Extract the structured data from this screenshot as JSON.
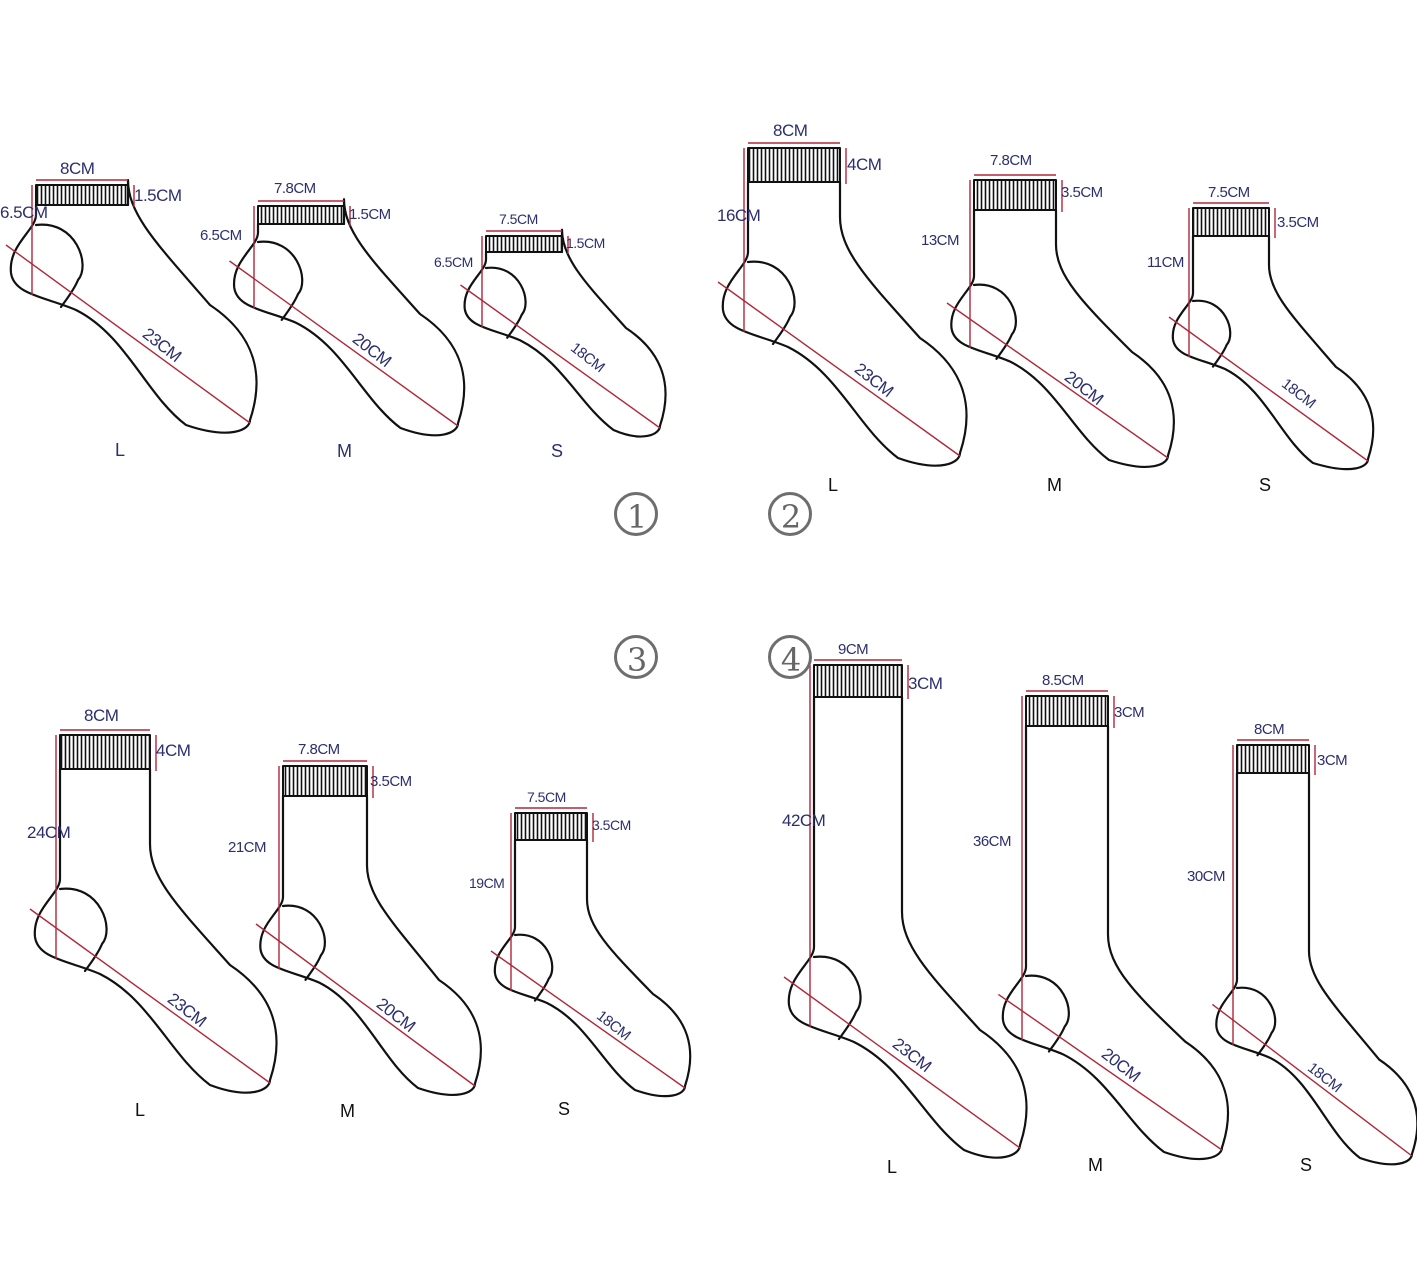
{
  "title": "Sock size chart",
  "colors": {
    "outline": "#111111",
    "measure": "#b0283a",
    "text": "#2c2f6e",
    "badge": "#6e6e6e"
  },
  "groups": [
    {
      "id": "1",
      "badge": "①",
      "style": "ankle",
      "socks": [
        {
          "size": "L",
          "opening_width": "8CM",
          "cuff_height": "1.5CM",
          "leg_height": "6.5CM",
          "foot_length": "23CM"
        },
        {
          "size": "M",
          "opening_width": "7.8CM",
          "cuff_height": "1.5CM",
          "leg_height": "6.5CM",
          "foot_length": "20CM"
        },
        {
          "size": "S",
          "opening_width": "7.5CM",
          "cuff_height": "1.5CM",
          "leg_height": "6.5CM",
          "foot_length": "18CM"
        }
      ]
    },
    {
      "id": "2",
      "badge": "②",
      "style": "crew-short",
      "socks": [
        {
          "size": "L",
          "opening_width": "8CM",
          "cuff_height": "4CM",
          "leg_height": "16CM",
          "foot_length": "23CM"
        },
        {
          "size": "M",
          "opening_width": "7.8CM",
          "cuff_height": "3.5CM",
          "leg_height": "13CM",
          "foot_length": "20CM"
        },
        {
          "size": "S",
          "opening_width": "7.5CM",
          "cuff_height": "3.5CM",
          "leg_height": "11CM",
          "foot_length": "18CM"
        }
      ]
    },
    {
      "id": "3",
      "badge": "③",
      "style": "crew",
      "socks": [
        {
          "size": "L",
          "opening_width": "8CM",
          "cuff_height": "4CM",
          "leg_height": "24CM",
          "foot_length": "23CM"
        },
        {
          "size": "M",
          "opening_width": "7.8CM",
          "cuff_height": "3.5CM",
          "leg_height": "21CM",
          "foot_length": "20CM"
        },
        {
          "size": "S",
          "opening_width": "7.5CM",
          "cuff_height": "3.5CM",
          "leg_height": "19CM",
          "foot_length": "18CM"
        }
      ]
    },
    {
      "id": "4",
      "badge": "④",
      "style": "knee-high",
      "socks": [
        {
          "size": "L",
          "opening_width": "9CM",
          "cuff_height": "3CM",
          "leg_height": "42CM",
          "foot_length": "23CM"
        },
        {
          "size": "M",
          "opening_width": "8.5CM",
          "cuff_height": "3CM",
          "leg_height": "36CM",
          "foot_length": "20CM"
        },
        {
          "size": "S",
          "opening_width": "8CM",
          "cuff_height": "3CM",
          "leg_height": "30CM",
          "foot_length": "18CM"
        }
      ]
    }
  ]
}
